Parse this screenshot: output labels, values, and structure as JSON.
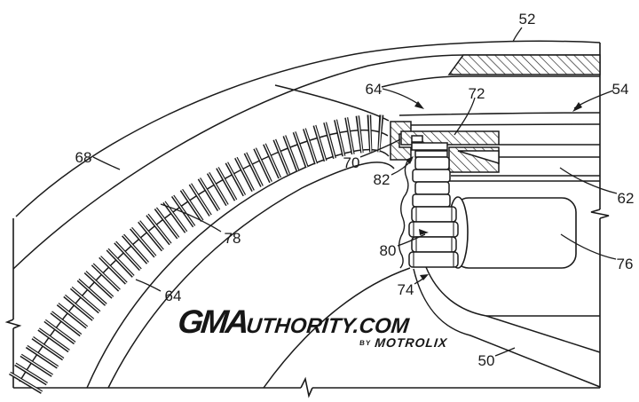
{
  "labels": {
    "l50": "50",
    "l52": "52",
    "l54": "54",
    "l62": "62",
    "l64a": "64",
    "l64b": "64",
    "l68": "68",
    "l70": "70",
    "l72": "72",
    "l74": "74",
    "l76": "76",
    "l78": "78",
    "l80": "80",
    "l82": "82"
  },
  "watermark": {
    "part1": "GMA",
    "part2": "UTHORITY.COM",
    "by": "BY",
    "brand": "MOTROLIX"
  },
  "colors": {
    "ink": "#1b1b1b",
    "background": "#ffffff"
  }
}
